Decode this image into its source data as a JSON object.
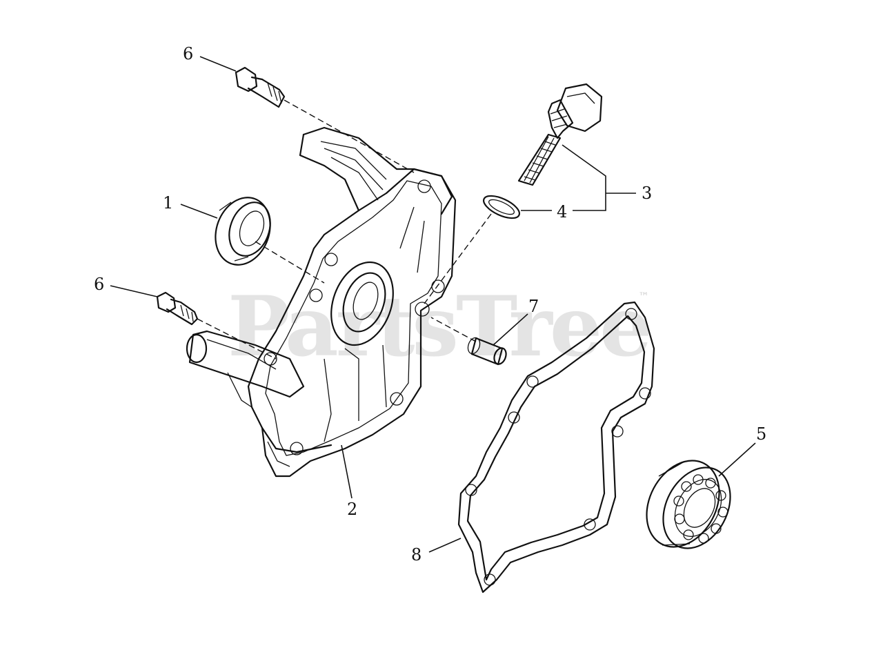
{
  "watermark": {
    "text": "PartsTree",
    "trademark": "™"
  },
  "callouts": [
    {
      "id": "1",
      "label": "1"
    },
    {
      "id": "2",
      "label": "2"
    },
    {
      "id": "3",
      "label": "3"
    },
    {
      "id": "4",
      "label": "4"
    },
    {
      "id": "5",
      "label": "5"
    },
    {
      "id": "6a",
      "label": "6"
    },
    {
      "id": "6b",
      "label": "6"
    },
    {
      "id": "7",
      "label": "7"
    },
    {
      "id": "8",
      "label": "8"
    }
  ]
}
